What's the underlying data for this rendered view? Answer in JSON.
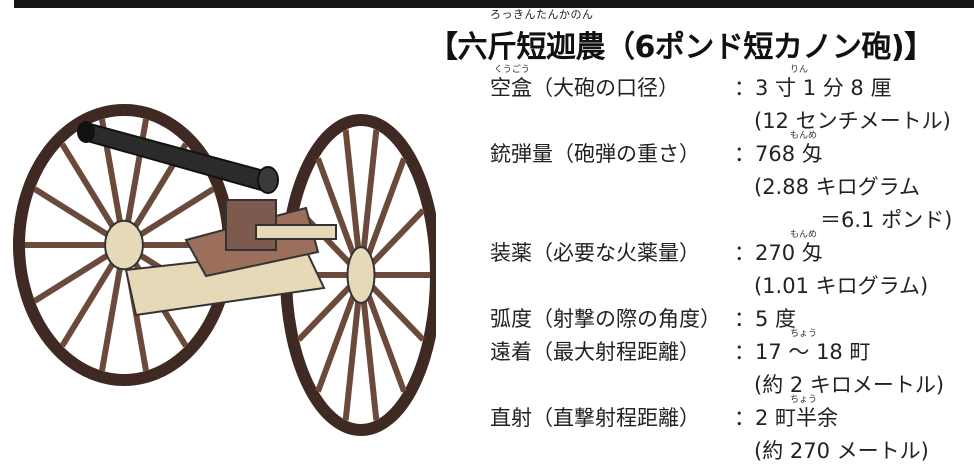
{
  "title": {
    "reading": "ろっきんたんかのん",
    "text": "【六斤短迦農（6ポンド短カノン砲)】"
  },
  "specs": [
    {
      "label": "空盒（大砲の口径）",
      "label_ruby": "くうごう",
      "value": "：3 寸 1 分 8 厘",
      "value_ruby": "りん",
      "cont": [
        "(12 センチメートル)"
      ]
    },
    {
      "label": "銃弾量（砲弾の重さ）",
      "value": "：768 匁",
      "value_ruby": "もんめ",
      "cont": [
        "(2.88 キログラム",
        "＝6.1 ポンド)"
      ]
    },
    {
      "label": "装薬（必要な火薬量）",
      "value": "：270 匁",
      "value_ruby": "もんめ",
      "cont": [
        "(1.01 キログラム)"
      ]
    },
    {
      "label": "弧度（射撃の際の角度）",
      "value": "：5 度"
    },
    {
      "label": "遠着（最大射程距離）",
      "value": "：17 ～ 18 町",
      "value_ruby": "ちょう",
      "cont": [
        "(約 2 キロメートル)"
      ]
    },
    {
      "label": "直射（直撃射程距離）",
      "value": "：2 町半余",
      "value_ruby": "ちょう",
      "cont": [
        "(約 270 メートル)"
      ]
    }
  ],
  "colors": {
    "wood": "#3e2a22",
    "wood_light": "#6b4a3c",
    "barrel": "#2b2b2b",
    "axle": "#e6d9b8",
    "bar": "#151515"
  }
}
